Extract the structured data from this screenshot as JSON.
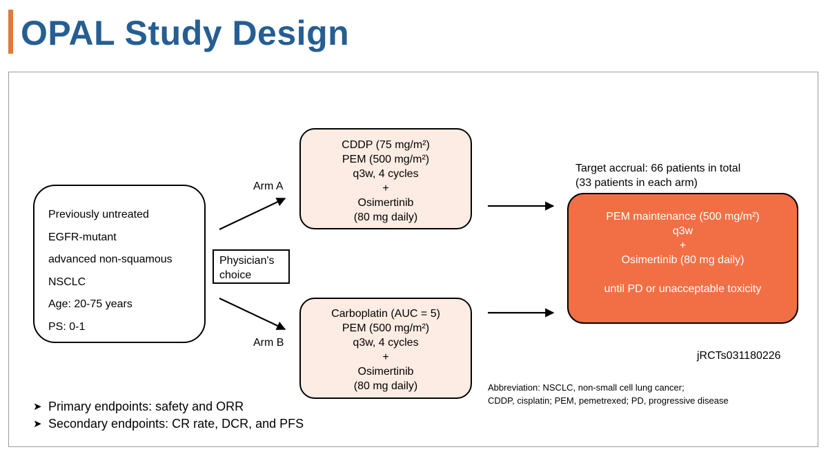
{
  "title": "OPAL Study Design",
  "colors": {
    "title": "#255e92",
    "accent_bar": "#e07b35",
    "arm_fill": "#fdece3",
    "maintenance_fill": "#f26f45"
  },
  "patients": {
    "lines": [
      "Previously untreated",
      "EGFR-mutant",
      "advanced non-squamous",
      "NSCLC",
      "Age: 20-75 years",
      "PS: 0-1"
    ]
  },
  "choice": {
    "line1": "Physician's",
    "line2": "choice"
  },
  "arm_a": {
    "label": "Arm A",
    "lines": [
      "CDDP (75 mg/m²)",
      "PEM (500 mg/m²)",
      "q3w, 4 cycles",
      "+",
      "Osimertinib",
      "(80 mg daily)"
    ]
  },
  "arm_b": {
    "label": "Arm B",
    "lines": [
      "Carboplatin (AUC = 5)",
      "PEM (500 mg/m²)",
      "q3w, 4 cycles",
      "+",
      "Osimertinib",
      "(80 mg daily)"
    ]
  },
  "target": {
    "line1": "Target accrual: 66 patients in total",
    "line2": "(33 patients in each arm)"
  },
  "maintenance": {
    "lines": [
      "PEM maintenance (500 mg/m²)",
      "q3w",
      "+",
      "Osimertinib (80 mg daily)"
    ],
    "until": "until PD or unacceptable toxicity"
  },
  "registry_id": "jRCTs031180226",
  "abbreviation": {
    "line1": "Abbreviation: NSCLC, non-small cell lung cancer;",
    "line2": "CDDP, cisplatin; PEM, pemetrexed; PD, progressive disease"
  },
  "endpoints": {
    "bullet_icon": "arrowhead-bullet-icon",
    "primary": "Primary endpoints: safety and ORR",
    "secondary": "Secondary endpoints: CR rate, DCR, and PFS"
  }
}
